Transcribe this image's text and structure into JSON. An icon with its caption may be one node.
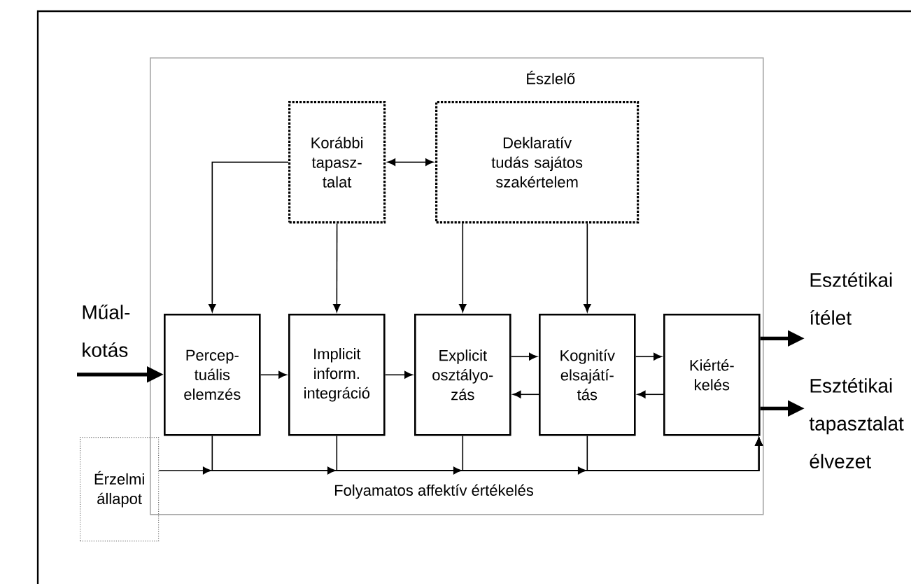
{
  "diagram": {
    "nodes": [
      {
        "text": [
          "Észlelő"
        ]
      },
      {
        "text": [
          "Korábbi tapasz- talat"
        ],
        "in": 0
      },
      {
        "text": [
          "Deklaratív tudás sajátos szakértelem"
        ],
        "in": 0
      },
      {
        "text": [
          "Műal- kotás"
        ]
      },
      {
        "text": [
          "Percep- tuális elemzés"
        ],
        "in": 0
      },
      {
        "text": [
          "Implicit inform. integráció"
        ],
        "in": 0
      },
      {
        "text": [
          "Explicit osztályo- zás"
        ],
        "in": 0
      },
      {
        "text": [
          "Kognitív elsajátí- tás"
        ],
        "in": 0
      },
      {
        "text": [
          "Kiérté- kelés"
        ],
        "in": 0
      },
      {
        "text": [
          "Esztétikai ítélet"
        ]
      },
      {
        "text": [
          "Esztétikai tapasztalat élvezet"
        ]
      },
      {
        "text": [
          "Érzelmi állapot"
        ]
      }
    ],
    "edges": [
      {
        "from": 1,
        "to": 4,
        "arrow": "to"
      },
      {
        "from": 1,
        "to": 5,
        "arrow": "to"
      },
      {
        "from": 1,
        "to": 2,
        "arrow": "both"
      },
      {
        "from": 2,
        "to": 6,
        "arrow": "to"
      },
      {
        "from": 2,
        "to": 7,
        "arrow": "to"
      },
      {
        "from": 3,
        "to": 4,
        "arrow": "to",
        "style": "thick"
      },
      {
        "from": 4,
        "to": 5,
        "arrow": "to"
      },
      {
        "from": 5,
        "to": 6,
        "arrow": "to"
      },
      {
        "from": 6,
        "to": 7,
        "arrow": "to"
      },
      {
        "from": 7,
        "to": 6,
        "arrow": "to"
      },
      {
        "from": 7,
        "to": 8,
        "arrow": "to"
      },
      {
        "from": 8,
        "to": 7,
        "arrow": "to"
      },
      {
        "from": 8,
        "to": 9,
        "arrow": "to",
        "style": "thick"
      },
      {
        "from": 8,
        "to": 10,
        "arrow": "to",
        "style": "thick"
      },
      {
        "from": 11,
        "to": 8,
        "arrow": "to",
        "label": "Folyamatos affektív értékelés"
      },
      {
        "from": 4,
        "to": 8,
        "arrow": "to"
      },
      {
        "from": 5,
        "to": 8,
        "arrow": "to"
      },
      {
        "from": 6,
        "to": 8,
        "arrow": "to"
      },
      {
        "from": 7,
        "to": 8,
        "arrow": "to"
      }
    ]
  }
}
